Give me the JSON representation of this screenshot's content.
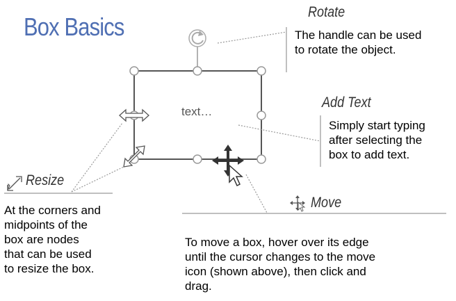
{
  "title": "Box Basics",
  "box_text": "text…",
  "rotate": {
    "label": "Rotate",
    "description_lines": [
      "The handle can be used",
      "to rotate the object."
    ]
  },
  "add_text": {
    "label": "Add Text",
    "description_lines": [
      "Simply start typing",
      "after selecting the",
      "box to add text."
    ]
  },
  "resize": {
    "label": "Resize",
    "description_lines": [
      "At the corners and",
      "midpoints of the",
      "box are nodes",
      "that can be used",
      "to resize the box."
    ]
  },
  "move": {
    "label": "Move",
    "description_lines": [
      "To move a box, hover over its edge",
      "until the cursor changes to the move",
      "icon (shown above), then click and",
      "drag."
    ]
  },
  "colors": {
    "title": "#4f6fb3",
    "label": "#333333",
    "box_border": "#555555",
    "node_stroke": "#999999",
    "rule": "#808080"
  },
  "icons": [
    "rotate-icon",
    "resize-icon",
    "move-icon",
    "horizontal-resize-cursor-icon",
    "diagonal-resize-cursor-icon",
    "move-cursor-icon"
  ]
}
